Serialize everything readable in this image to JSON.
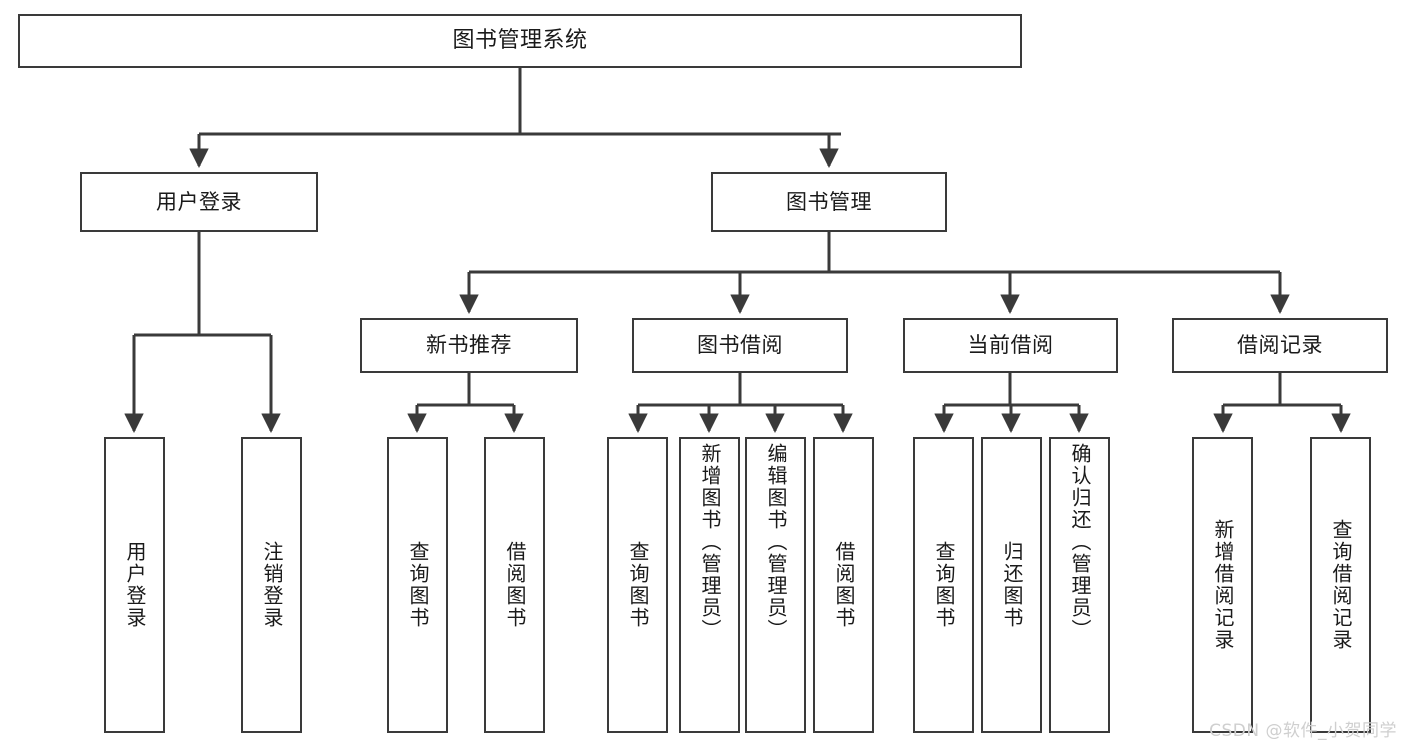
{
  "diagram": {
    "title": "图书管理系统",
    "type": "hierarchy-tree",
    "watermark": "CSDN @软件_小贺同学",
    "colors": {
      "box_border": "#3a3a3a",
      "box_fill": "#ffffff",
      "connector": "#3a3a3a",
      "text": "#1a1a1a",
      "watermark": "#cfcfcf"
    },
    "levels": {
      "root": {
        "label": "图书管理系统"
      },
      "level2": [
        {
          "label": "用户登录"
        },
        {
          "label": "图书管理"
        }
      ],
      "level3": [
        {
          "label": "新书推荐"
        },
        {
          "label": "图书借阅"
        },
        {
          "label": "当前借阅"
        },
        {
          "label": "借阅记录"
        }
      ],
      "leaves": {
        "user_login": [
          {
            "label": "用户登录"
          },
          {
            "label": "注销登录"
          }
        ],
        "new_book_recommend": [
          {
            "label": "查询图书"
          },
          {
            "label": "借阅图书"
          }
        ],
        "book_borrow": [
          {
            "label": "查询图书"
          },
          {
            "label": "新增图书（管理员）"
          },
          {
            "label": "编辑图书（管理员）"
          },
          {
            "label": "借阅图书"
          }
        ],
        "current_borrow": [
          {
            "label": "查询图书"
          },
          {
            "label": "归还图书"
          },
          {
            "label": "确认归还（管理员）"
          }
        ],
        "borrow_record": [
          {
            "label": "新增借阅记录"
          },
          {
            "label": "查询借阅记录"
          }
        ]
      }
    }
  }
}
